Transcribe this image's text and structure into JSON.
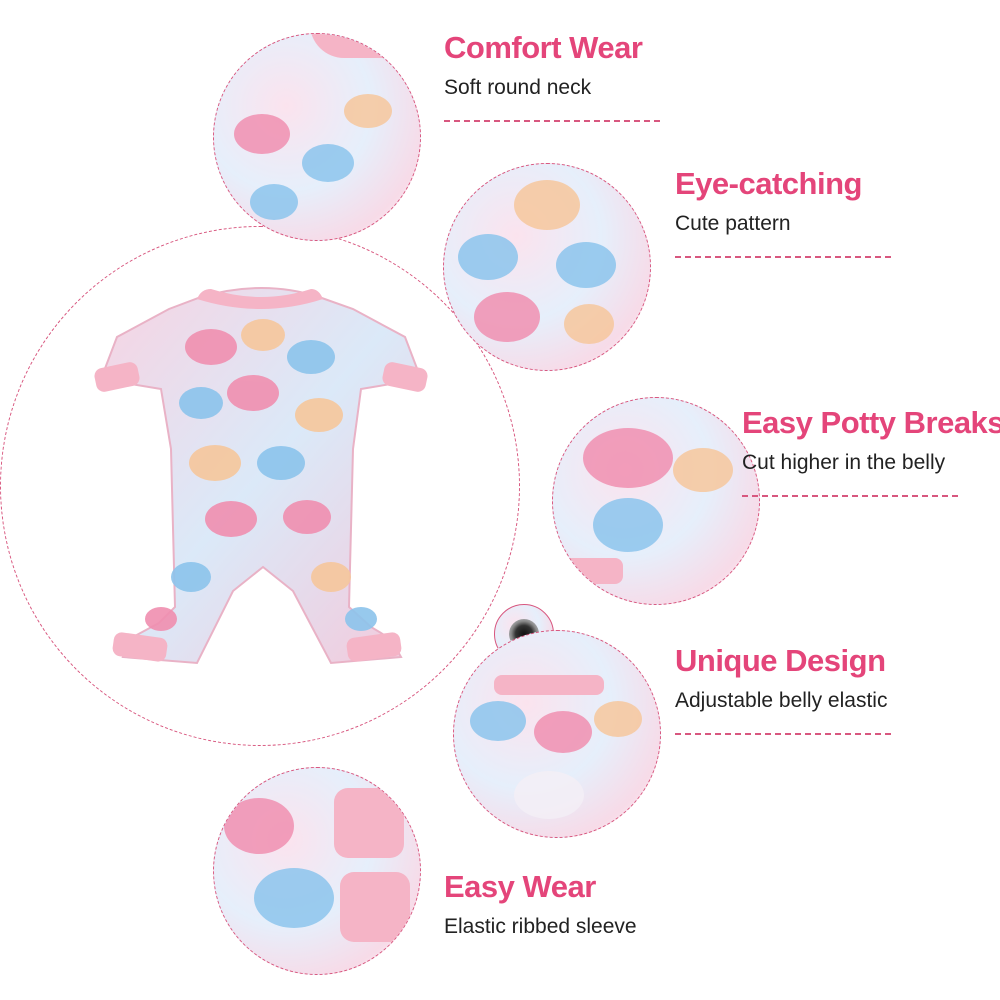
{
  "features": [
    {
      "title": "Comfort Wear",
      "subtitle": "Soft round neck"
    },
    {
      "title": "Eye-catching",
      "subtitle": "Cute pattern"
    },
    {
      "title": "Easy Potty Breaks",
      "subtitle": "Cut higher in the belly"
    },
    {
      "title": "Unique Design",
      "subtitle": "Adjustable belly elastic"
    },
    {
      "title": "Easy Wear",
      "subtitle": "Elastic ribbed sleeve"
    }
  ],
  "colors": {
    "accent": "#e4457a",
    "dash": "#d8577f",
    "text": "#222222",
    "rib": "#f5b4c6",
    "sheep_pink": "#f08fb0",
    "sheep_blue": "#8cc4ec",
    "sheep_peach": "#f6c79c"
  },
  "icons": [
    "snap-button-icon"
  ]
}
